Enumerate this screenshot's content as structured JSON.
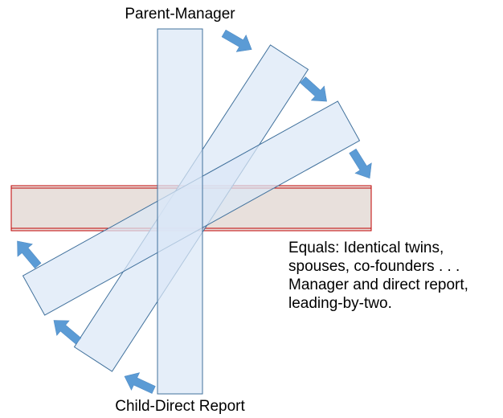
{
  "labels": {
    "top": "Parent-Manager",
    "bottom": "Child-Direct Report"
  },
  "caption": {
    "lines": [
      "Equals: Identical twins,",
      "spouses, co-founders . . .",
      "Manager and direct report,",
      "leading-by-two."
    ]
  },
  "colors": {
    "bar_fill": "#dbe8f6",
    "bar_stroke": "#41719c",
    "horizontal_fill": "#e8e0dc",
    "horizontal_stroke": "#c00000",
    "arrow_fill": "#5b9bd5",
    "text": "#000000"
  }
}
